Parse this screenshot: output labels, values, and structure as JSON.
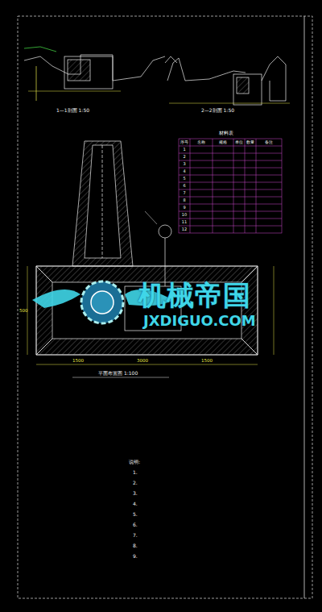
{
  "diagram": {
    "labels": [
      "机械帝国",
      "JXDIGUO.COM",
      "1—1剖面 1:50",
      "2—2剖面 1:50",
      "材料表",
      "平面布置图 1:100",
      "说明:",
      "1.",
      "2.",
      "3.",
      "4.",
      "5.",
      "6.",
      "7.",
      "8.",
      "9.",
      "序号",
      "名称",
      "规格",
      "单位",
      "数量",
      "备注",
      "1",
      "2",
      "3",
      "4",
      "5",
      "6",
      "7",
      "8",
      "9",
      "10",
      "11",
      "12",
      "500",
      "3000",
      "1500",
      "1500"
    ]
  }
}
